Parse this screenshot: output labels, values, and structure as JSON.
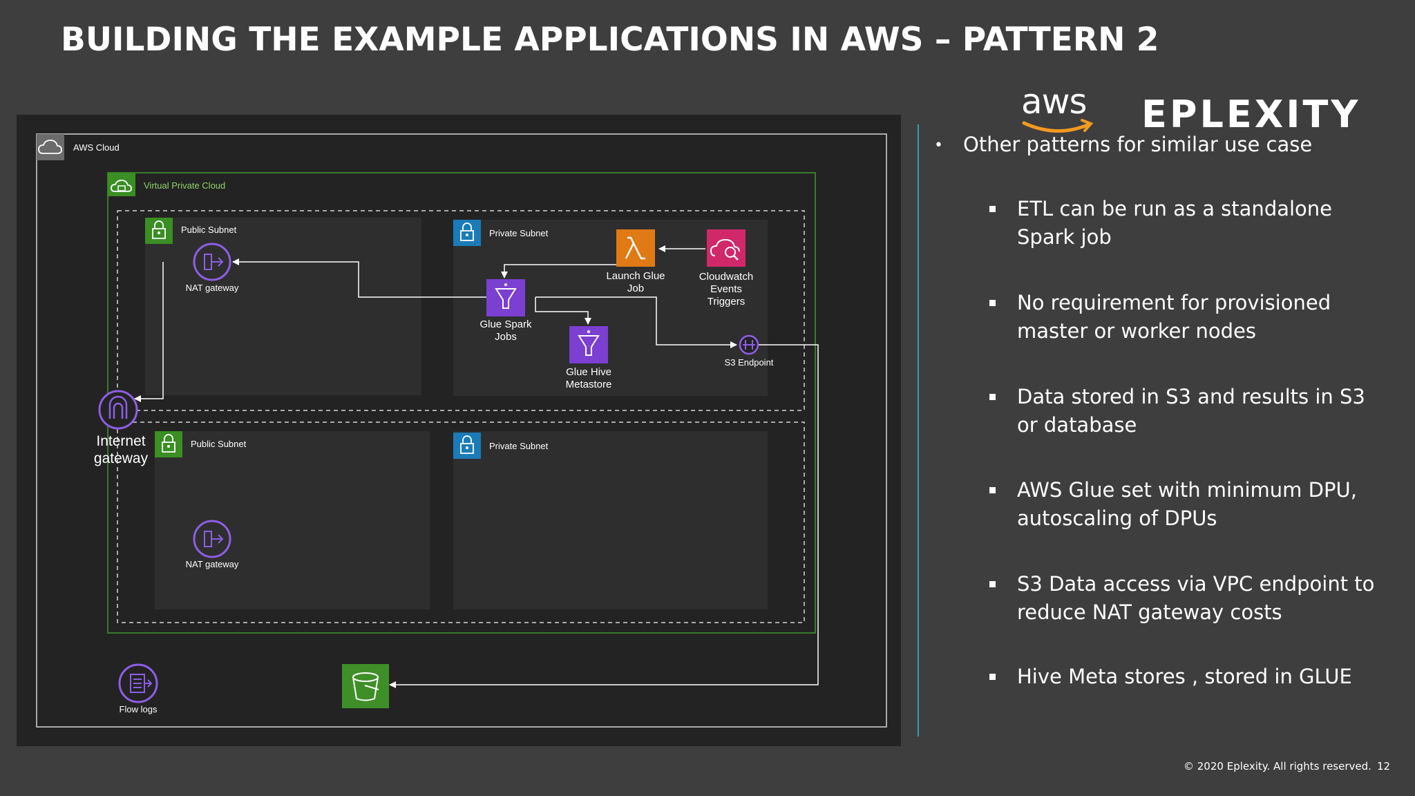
{
  "title": "BUILDING THE EXAMPLE APPLICATIONS IN AWS – PATTERN 2",
  "logos": {
    "aws": "aws",
    "eplexity": "EPLEXITY"
  },
  "diagram": {
    "aws_cloud": "AWS Cloud",
    "vpc": "Virtual Private Cloud",
    "public_subnet_1": "Public Subnet",
    "private_subnet_1": "Private Subnet",
    "public_subnet_2": "Public Subnet",
    "private_subnet_2": "Private Subnet",
    "nat_gateway_1": "NAT gateway",
    "nat_gateway_2": "NAT gateway",
    "launch_glue_job": [
      "Launch Glue",
      "Job"
    ],
    "cloudwatch": [
      "Cloudwatch",
      "Events",
      "Triggers"
    ],
    "glue_spark_jobs": [
      "Glue Spark",
      "Jobs"
    ],
    "glue_hive_metastore": [
      "Glue Hive",
      "Metastore"
    ],
    "s3_endpoint": "S3 Endpoint",
    "internet_gateway": [
      "Internet",
      "gateway"
    ],
    "flow_logs": "Flow logs",
    "colors": {
      "vpc_green": "#3f9a2e",
      "public_subnet_green": "#3a8e23",
      "private_subnet_blue": "#1b7bb8",
      "lambda_orange": "#e07a15",
      "cloudwatch_pink": "#d1286a",
      "glue_purple": "#7b3fd1",
      "s3_green": "#3f8f28"
    }
  },
  "bullets": {
    "main": "Other patterns for similar use case",
    "items": [
      [
        "ETL can be run as a standalone",
        "Spark job"
      ],
      [
        "No requirement for provisioned",
        "master or worker nodes"
      ],
      [
        "Data stored in S3  and results in S3",
        "or database"
      ],
      [
        "AWS Glue set with minimum DPU,",
        "autoscaling of DPUs"
      ],
      [
        "S3 Data access via VPC endpoint to",
        "reduce NAT gateway costs"
      ],
      [
        "Hive Meta stores , stored in GLUE"
      ]
    ]
  },
  "footer": {
    "copyright": "© 2020 Eplexity. All rights reserved.",
    "page": "12"
  }
}
